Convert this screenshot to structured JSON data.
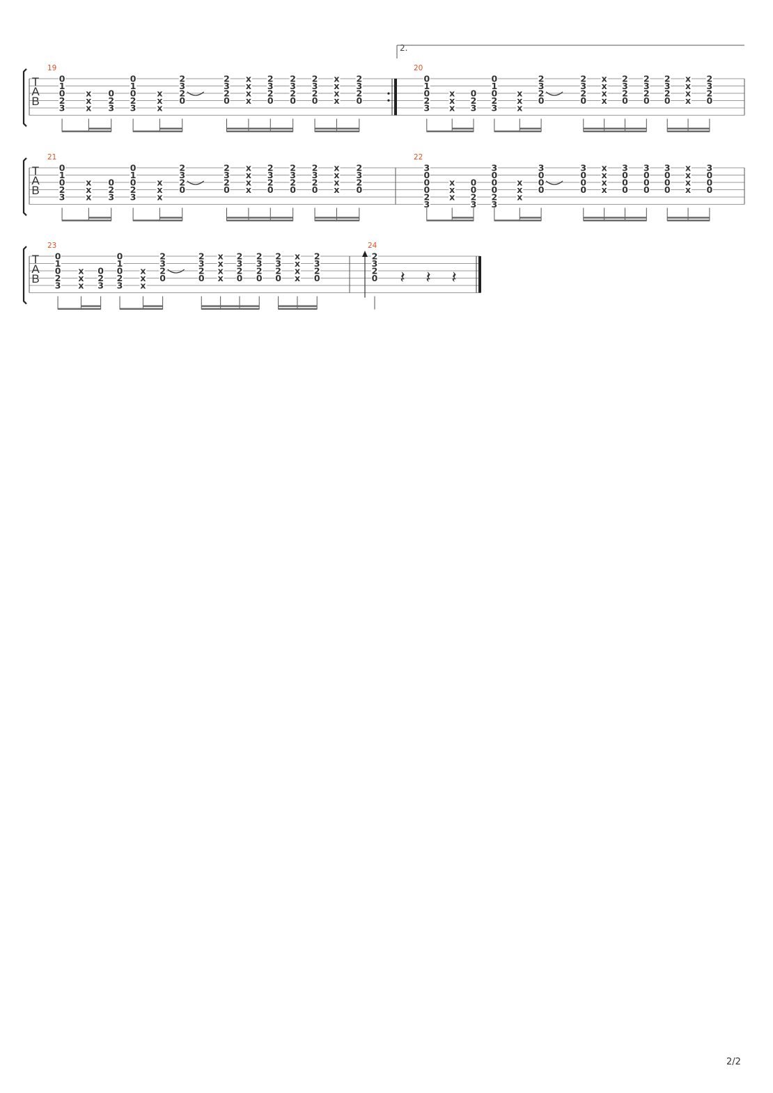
{
  "page": {
    "number": "2/2"
  },
  "volta": {
    "label": "2."
  },
  "tab_clef": [
    "T",
    "A",
    "B"
  ],
  "rest_symbol": "𝄽",
  "systems": [
    {
      "measures": [
        {
          "number": "19",
          "end": "repeat",
          "chords": [
            [
              "0",
              "1",
              "0",
              "2",
              "3",
              ""
            ],
            [
              "",
              "",
              "x",
              "x",
              "x",
              ""
            ],
            [
              "",
              "",
              "0",
              "2",
              "3",
              ""
            ],
            [
              "0",
              "1",
              "0",
              "2",
              "3",
              ""
            ],
            [
              "",
              "",
              "x",
              "x",
              "x",
              ""
            ],
            [
              "2",
              "3",
              "2",
              "0",
              "",
              ""
            ],
            [
              "2",
              "3",
              "2",
              "0",
              "",
              ""
            ],
            [
              "x",
              "x",
              "x",
              "x",
              "",
              ""
            ],
            [
              "2",
              "3",
              "2",
              "0",
              "",
              ""
            ],
            [
              "2",
              "3",
              "2",
              "0",
              "",
              ""
            ],
            [
              "2",
              "3",
              "2",
              "0",
              "",
              ""
            ],
            [
              "x",
              "x",
              "x",
              "x",
              "",
              ""
            ],
            [
              "2",
              "3",
              "2",
              "0",
              "",
              ""
            ]
          ]
        },
        {
          "number": "20",
          "end": "bar",
          "chords": [
            [
              "0",
              "1",
              "0",
              "2",
              "3",
              ""
            ],
            [
              "",
              "",
              "x",
              "x",
              "x",
              ""
            ],
            [
              "",
              "",
              "0",
              "2",
              "3",
              ""
            ],
            [
              "0",
              "1",
              "0",
              "2",
              "3",
              ""
            ],
            [
              "",
              "",
              "x",
              "x",
              "x",
              ""
            ],
            [
              "2",
              "3",
              "2",
              "0",
              "",
              ""
            ],
            [
              "2",
              "3",
              "2",
              "0",
              "",
              ""
            ],
            [
              "x",
              "x",
              "x",
              "x",
              "",
              ""
            ],
            [
              "2",
              "3",
              "2",
              "0",
              "",
              ""
            ],
            [
              "2",
              "3",
              "2",
              "0",
              "",
              ""
            ],
            [
              "2",
              "3",
              "2",
              "0",
              "",
              ""
            ],
            [
              "x",
              "x",
              "x",
              "x",
              "",
              ""
            ],
            [
              "2",
              "3",
              "2",
              "0",
              "",
              ""
            ]
          ]
        }
      ]
    },
    {
      "measures": [
        {
          "number": "21",
          "end": "bar",
          "chords": [
            [
              "0",
              "1",
              "0",
              "2",
              "3",
              ""
            ],
            [
              "",
              "",
              "x",
              "x",
              "x",
              ""
            ],
            [
              "",
              "",
              "0",
              "2",
              "3",
              ""
            ],
            [
              "0",
              "1",
              "0",
              "2",
              "3",
              ""
            ],
            [
              "",
              "",
              "x",
              "x",
              "x",
              ""
            ],
            [
              "2",
              "3",
              "2",
              "0",
              "",
              ""
            ],
            [
              "2",
              "3",
              "2",
              "0",
              "",
              ""
            ],
            [
              "x",
              "x",
              "x",
              "x",
              "",
              ""
            ],
            [
              "2",
              "3",
              "2",
              "0",
              "",
              ""
            ],
            [
              "2",
              "3",
              "2",
              "0",
              "",
              ""
            ],
            [
              "2",
              "3",
              "2",
              "0",
              "",
              ""
            ],
            [
              "x",
              "x",
              "x",
              "x",
              "",
              ""
            ],
            [
              "2",
              "3",
              "2",
              "0",
              "",
              ""
            ]
          ]
        },
        {
          "number": "22",
          "end": "bar",
          "chords": [
            [
              "3",
              "0",
              "0",
              "0",
              "2",
              "3"
            ],
            [
              "",
              "",
              "x",
              "x",
              "x",
              ""
            ],
            [
              "",
              "",
              "0",
              "0",
              "2",
              "3"
            ],
            [
              "3",
              "0",
              "0",
              "0",
              "2",
              "3"
            ],
            [
              "",
              "",
              "x",
              "x",
              "x",
              ""
            ],
            [
              "3",
              "0",
              "0",
              "0",
              "",
              ""
            ],
            [
              "3",
              "0",
              "0",
              "0",
              "",
              ""
            ],
            [
              "x",
              "x",
              "x",
              "x",
              "",
              ""
            ],
            [
              "3",
              "0",
              "0",
              "0",
              "",
              ""
            ],
            [
              "3",
              "0",
              "0",
              "0",
              "",
              ""
            ],
            [
              "3",
              "0",
              "0",
              "0",
              "",
              ""
            ],
            [
              "x",
              "x",
              "x",
              "x",
              "",
              ""
            ],
            [
              "3",
              "0",
              "0",
              "0",
              "",
              ""
            ]
          ]
        }
      ]
    },
    {
      "measures": [
        {
          "number": "23",
          "end": "bar",
          "chords": [
            [
              "0",
              "1",
              "0",
              "2",
              "3",
              ""
            ],
            [
              "",
              "",
              "x",
              "x",
              "x",
              ""
            ],
            [
              "",
              "",
              "0",
              "2",
              "3",
              ""
            ],
            [
              "0",
              "1",
              "0",
              "2",
              "3",
              ""
            ],
            [
              "",
              "",
              "x",
              "x",
              "x",
              ""
            ],
            [
              "2",
              "3",
              "2",
              "0",
              "",
              ""
            ],
            [
              "2",
              "3",
              "2",
              "0",
              "",
              ""
            ],
            [
              "x",
              "x",
              "x",
              "x",
              "",
              ""
            ],
            [
              "2",
              "3",
              "2",
              "0",
              "",
              ""
            ],
            [
              "2",
              "3",
              "2",
              "0",
              "",
              ""
            ],
            [
              "2",
              "3",
              "2",
              "0",
              "",
              ""
            ],
            [
              "x",
              "x",
              "x",
              "x",
              "",
              ""
            ],
            [
              "2",
              "3",
              "2",
              "0",
              "",
              ""
            ]
          ]
        },
        {
          "number": "24",
          "end": "final",
          "chords": [
            [
              "2",
              "3",
              "2",
              "0",
              "",
              ""
            ]
          ],
          "rests": 3
        }
      ]
    }
  ]
}
